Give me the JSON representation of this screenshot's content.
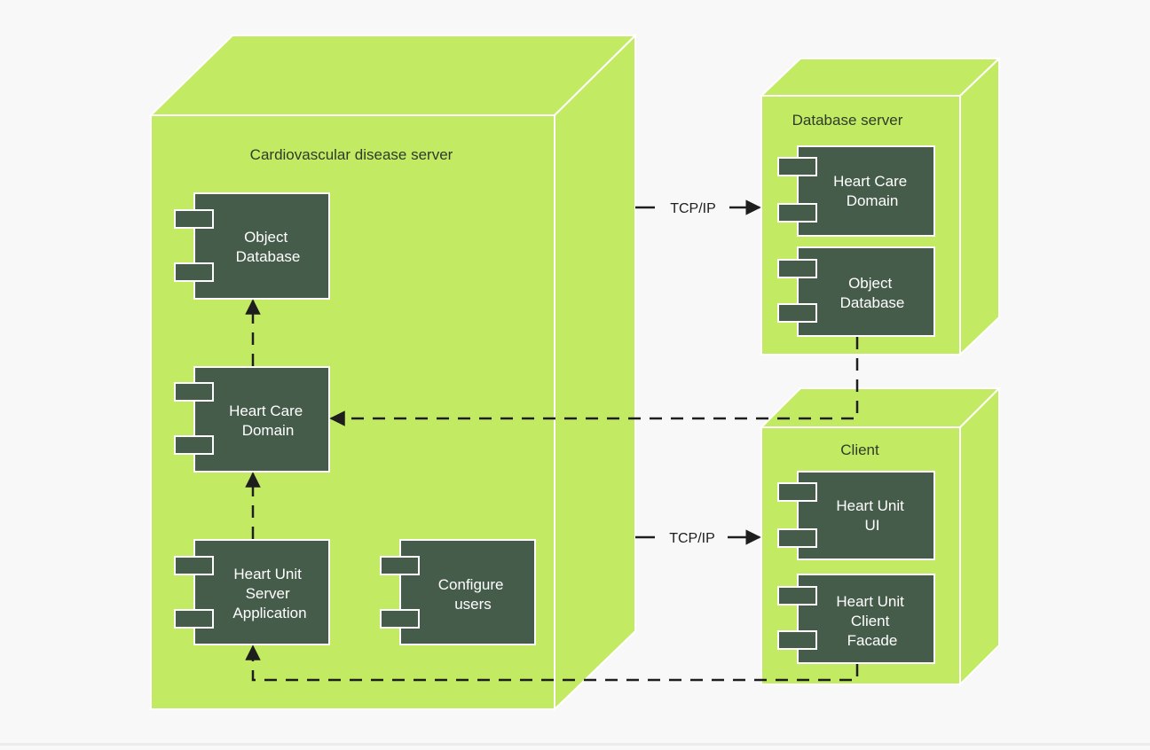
{
  "colors": {
    "background": "#f8f8f8",
    "node_face": "#c2eb63",
    "node_edge": "#ffffff",
    "component_fill": "#465c4a",
    "component_border": "#ffffff",
    "connector": "#1e1e1e"
  },
  "nodes": {
    "cardio": {
      "title": "Cardiovascular disease server",
      "components": {
        "object_db": {
          "lines": [
            "Object",
            "Database"
          ]
        },
        "heart_care": {
          "lines": [
            "Heart Care",
            "Domain"
          ]
        },
        "server_app": {
          "lines": [
            "Heart Unit",
            "Server",
            "Application"
          ]
        },
        "configure": {
          "lines": [
            "Configure",
            "users"
          ]
        }
      }
    },
    "db_server": {
      "title": "Database server",
      "components": {
        "heart_care": {
          "lines": [
            "Heart Care",
            "Domain"
          ]
        },
        "object_db": {
          "lines": [
            "Object",
            "Database"
          ]
        }
      }
    },
    "client": {
      "title": "Client",
      "components": {
        "ui": {
          "lines": [
            "Heart Unit",
            "UI"
          ]
        },
        "facade": {
          "lines": [
            "Heart Unit",
            "Client",
            "Facade"
          ]
        }
      }
    }
  },
  "connections": {
    "tcp_db": {
      "label": "TCP/IP"
    },
    "tcp_client": {
      "label": "TCP/IP"
    }
  }
}
